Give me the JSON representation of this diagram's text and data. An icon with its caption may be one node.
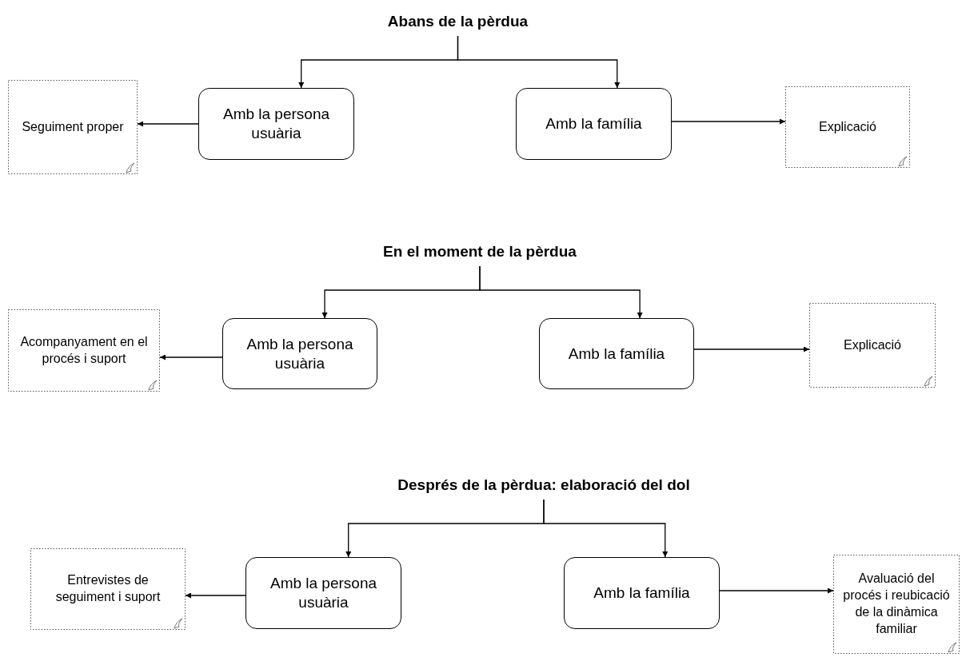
{
  "diagram": {
    "nodes": [
      {
        "text": [
          "Abans de la pèrdua"
        ]
      },
      {
        "text": [
          "Seguiment proper"
        ]
      },
      {
        "text": [
          "Amb la persona usuària"
        ]
      },
      {
        "text": [
          "Amb la família"
        ]
      },
      {
        "text": [
          "Explicació"
        ]
      },
      {
        "text": [
          "En el moment de la pèrdua"
        ]
      },
      {
        "text": [
          "Acompanyament en el procés i suport"
        ]
      },
      {
        "text": [
          "Amb la persona usuària"
        ]
      },
      {
        "text": [
          "Amb la família"
        ]
      },
      {
        "text": [
          "Explicació"
        ]
      },
      {
        "text": [
          "Després de la pèrdua: elaboració del dol"
        ]
      },
      {
        "text": [
          "Entrevistes de seguiment i suport"
        ]
      },
      {
        "text": [
          "Amb la persona usuària"
        ]
      },
      {
        "text": [
          "Amb la família"
        ]
      },
      {
        "text": [
          "Avaluació del procés i reubicació de la dinàmica familiar"
        ]
      }
    ],
    "edges": [
      {
        "from": 0,
        "to": 2,
        "arrow": "to"
      },
      {
        "from": 0,
        "to": 3,
        "arrow": "to"
      },
      {
        "from": 2,
        "to": 1,
        "arrow": "to"
      },
      {
        "from": 3,
        "to": 4,
        "arrow": "to"
      },
      {
        "from": 5,
        "to": 7,
        "arrow": "to"
      },
      {
        "from": 5,
        "to": 8,
        "arrow": "to"
      },
      {
        "from": 7,
        "to": 6,
        "arrow": "to"
      },
      {
        "from": 8,
        "to": 9,
        "arrow": "to"
      },
      {
        "from": 10,
        "to": 12,
        "arrow": "to"
      },
      {
        "from": 10,
        "to": 13,
        "arrow": "to"
      },
      {
        "from": 12,
        "to": 11,
        "arrow": "to"
      },
      {
        "from": 13,
        "to": 14,
        "arrow": "to"
      }
    ]
  }
}
